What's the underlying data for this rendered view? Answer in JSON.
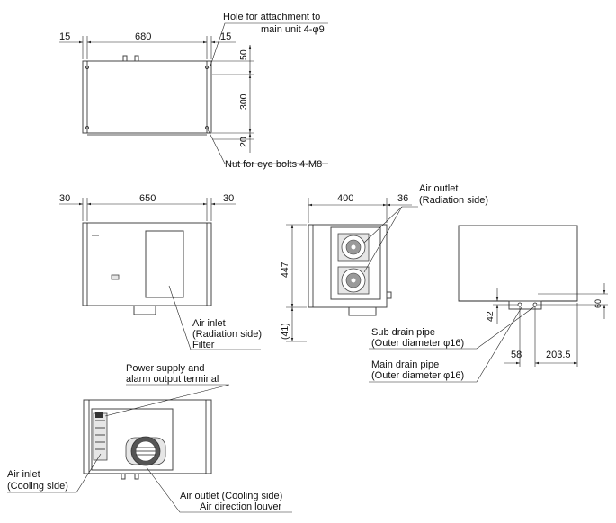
{
  "top_view": {
    "dim_left": "15",
    "dim_width": "680",
    "dim_right": "15",
    "dim_top": "50",
    "dim_mid": "300",
    "dim_bottom": "20",
    "note_hole_line1": "Hole for attachment to",
    "note_hole_line2": "main unit 4-φ9",
    "note_nut": "Nut for eye bolts 4-M8"
  },
  "front_view": {
    "dim_left": "30",
    "dim_width": "650",
    "dim_right": "30",
    "note_inlet_line1": "Air inlet",
    "note_inlet_line2": "(Radiation side)",
    "note_inlet_line3": "Filter"
  },
  "side_view": {
    "dim_width": "400",
    "dim_offset": "36",
    "dim_height": "447",
    "dim_lower": "(41)",
    "note_outlet_line1": "Air outlet",
    "note_outlet_line2": "(Radiation side)"
  },
  "rear_view": {
    "dim_42": "42",
    "dim_60": "60",
    "dim_58": "58",
    "dim_2035": "203.5",
    "note_sub_line1": "Sub drain pipe",
    "note_sub_line2": "(Outer diameter φ16)",
    "note_main_line1": "Main drain pipe",
    "note_main_line2": "(Outer diameter φ16)"
  },
  "bottom_view": {
    "note_power_line1": "Power supply and",
    "note_power_line2": "alarm output terminal",
    "note_inlet_line1": "Air inlet",
    "note_inlet_line2": "(Cooling side)",
    "note_outlet_line1": "Air outlet (Cooling side)",
    "note_outlet_line2": "Air direction louver"
  }
}
